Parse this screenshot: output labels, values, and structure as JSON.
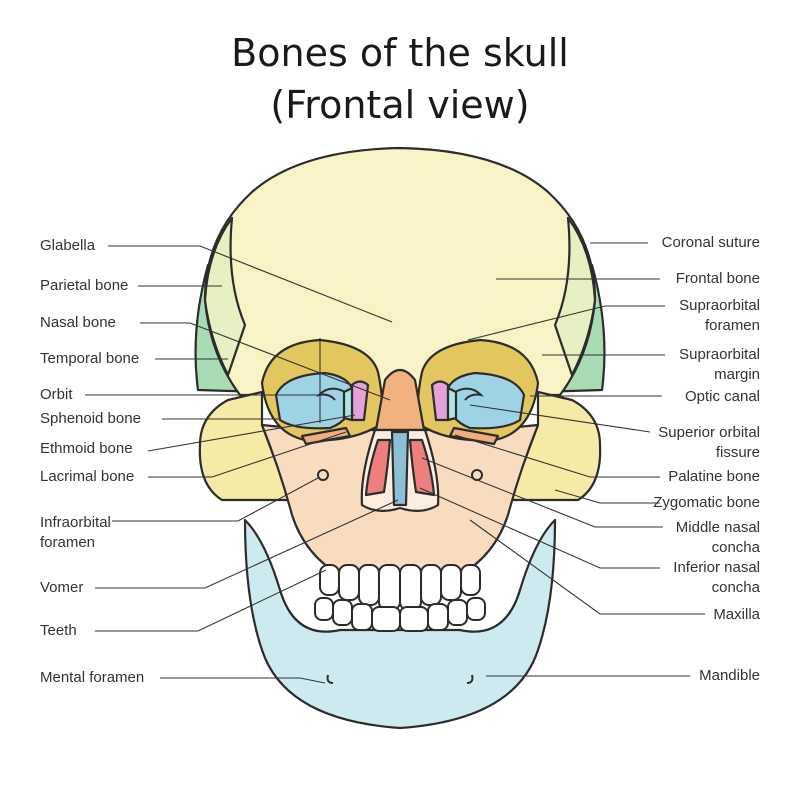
{
  "title": {
    "line1": "Bones of the skull",
    "line2": "(Frontal view)"
  },
  "labels_left": {
    "glabella": "Glabella",
    "parietal_bone": "Parietal bone",
    "nasal_bone": "Nasal bone",
    "temporal_bone": "Temporal bone",
    "orbit": "Orbit",
    "sphenoid_bone": "Sphenoid bone",
    "ethmoid_bone": "Ethmoid bone",
    "lacrimal_bone": "Lacrimal bone",
    "infraorbital_foramen_1": "Infraorbital",
    "infraorbital_foramen_2": "foramen",
    "vomer": "Vomer",
    "teeth": "Teeth",
    "mental_foramen": "Mental foramen"
  },
  "labels_right": {
    "coronal_suture": "Coronal suture",
    "frontal_bone": "Frontal bone",
    "supraorbital_foramen_1": "Supraorbital",
    "supraorbital_foramen_2": "foramen",
    "supraorbital_margin_1": "Supraorbital",
    "supraorbital_margin_2": "margin",
    "optic_canal": "Optic canal",
    "superior_orbital_fissure_1": "Superior orbital",
    "superior_orbital_fissure_2": "fissure",
    "palatine_bone": "Palatine bone",
    "zygomatic_bone": "Zygomatic bone",
    "middle_nasal_concha_1": "Middle nasal",
    "middle_nasal_concha_2": "concha",
    "inferior_nasal_concha_1": "Inferior nasal",
    "inferior_nasal_concha_2": "concha",
    "maxilla": "Maxilla",
    "mandible": "Mandible"
  },
  "colors": {
    "frontal": "#f7f3c4",
    "parietal": "#e6f0c2",
    "temporal": "#a9dbb4",
    "zygomatic": "#f5eaa6",
    "maxilla": "#f9dcc0",
    "mandible": "#cdeaf0",
    "orbit_rim": "#e3c75e",
    "orbit_inner": "#9ed3e6",
    "nasal": "#f2b27e",
    "ethmoid": "#e8a0d8",
    "lacrimal": "#a9e6e2",
    "concha": "#ee7f7f",
    "vomer": "#8fbfd6",
    "palatine": "#f2ad7a",
    "outline": "#2c2c2c",
    "leader": "#333333"
  }
}
